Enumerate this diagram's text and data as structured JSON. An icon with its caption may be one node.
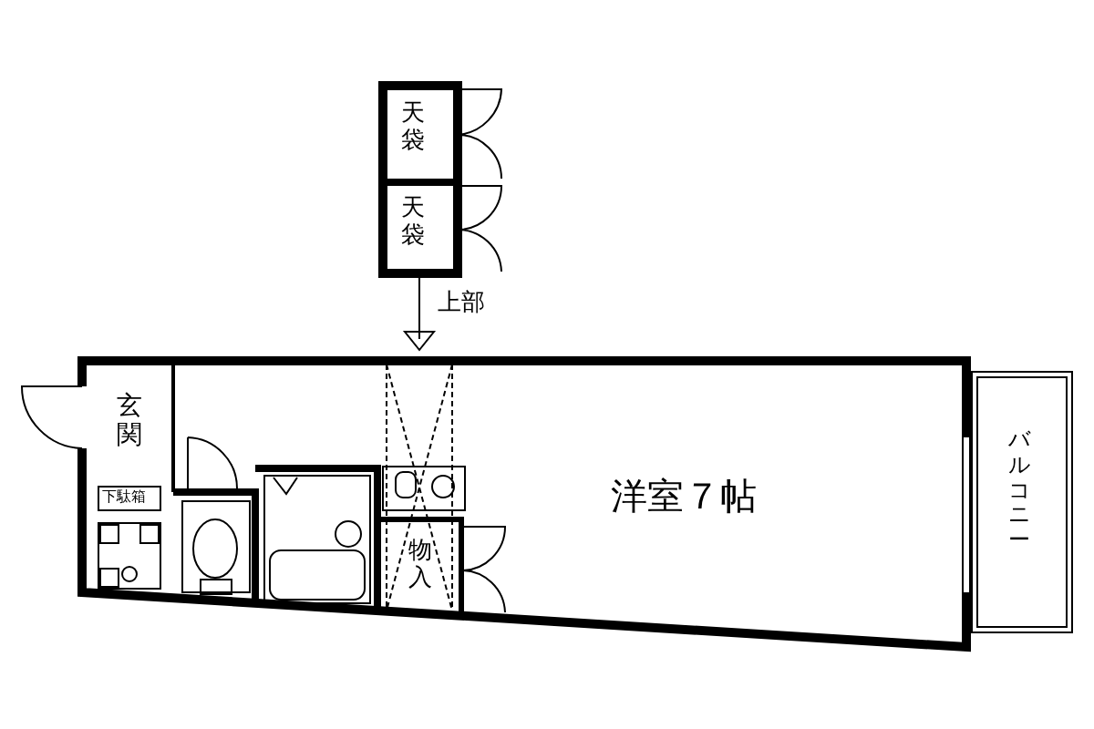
{
  "diagram": {
    "nodes": [
      {
        "text": [
          "天袋"
        ]
      },
      {
        "text": [
          "天袋"
        ]
      },
      {
        "text": [
          "玄関"
        ]
      },
      {
        "text": [
          "下駄箱"
        ]
      },
      {
        "text": [
          "洋室７帖"
        ]
      },
      {
        "text": [
          "物入"
        ]
      },
      {
        "text": [
          "バルコニー"
        ]
      }
    ],
    "labels": [
      "上部"
    ]
  }
}
